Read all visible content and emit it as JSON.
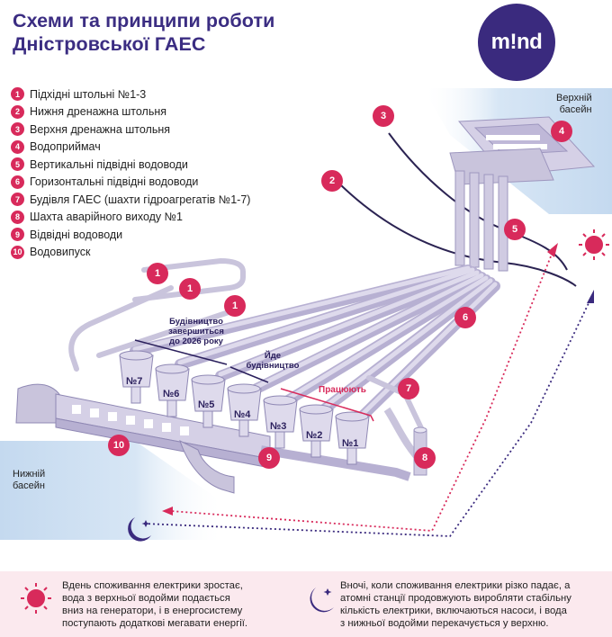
{
  "title": {
    "line1": "Схеми та принципи роботи",
    "line2": "Дністровської ГАЕС"
  },
  "logo": {
    "text": "m!nd"
  },
  "legend": [
    {
      "num": "1",
      "text": "Підхідні штольні №1-3"
    },
    {
      "num": "2",
      "text": "Нижня дренажна штольня"
    },
    {
      "num": "3",
      "text": "Верхня дренажна штольня"
    },
    {
      "num": "4",
      "text": "Водоприймач"
    },
    {
      "num": "5",
      "text": "Вертикальні підвідні водоводи"
    },
    {
      "num": "6",
      "text": "Горизонтальні підвідні водоводи"
    },
    {
      "num": "7",
      "text": "Будівля ГАЕС (шахти гідроагрегатів №1-7)"
    },
    {
      "num": "8",
      "text": "Шахта аварійного виходу №1"
    },
    {
      "num": "9",
      "text": "Відвідні водоводи"
    },
    {
      "num": "10",
      "text": "Водовипуск"
    }
  ],
  "labels": {
    "upper_basin_1": "Верхній",
    "upper_basin_2": "басейн",
    "lower_basin_1": "Нижній",
    "lower_basin_2": "басейн"
  },
  "notes": {
    "construction_1": "Будівництво",
    "construction_2": "завершиться",
    "construction_3": "до 2026 року",
    "in_progress_1": "Йде",
    "in_progress_2": "будівництво",
    "working": "Працюють"
  },
  "units": [
    "№7",
    "№6",
    "№5",
    "№4",
    "№3",
    "№2",
    "№1"
  ],
  "markers": {
    "m1a": "1",
    "m1b": "1",
    "m1c": "1",
    "m2": "2",
    "m3": "3",
    "m4": "4",
    "m5": "5",
    "m6": "6",
    "m7": "7",
    "m8": "8",
    "m9": "9",
    "m10": "10"
  },
  "bottom": {
    "day_1": "Вдень споживання електрики зростає,",
    "day_2": "вода з верхньої водойми подається",
    "day_3": "вниз на генератори, і в енергосистему",
    "day_4": "поступають додаткові мегавати енергії.",
    "night_1": "Вночі, коли споживання електрики різко падає, а",
    "night_2": "атомні станції продовжують виробляти стабільну",
    "night_3": "кількість електрики, включаються насоси, і вода",
    "night_4": "з нижньої водойми перекачується у верхню."
  },
  "colors": {
    "accent": "#d82a5b",
    "brand": "#3a2a7e",
    "structure": "#c9c4dc",
    "water": "#cfe0f2",
    "bottom_bg": "#fbe9ee"
  }
}
